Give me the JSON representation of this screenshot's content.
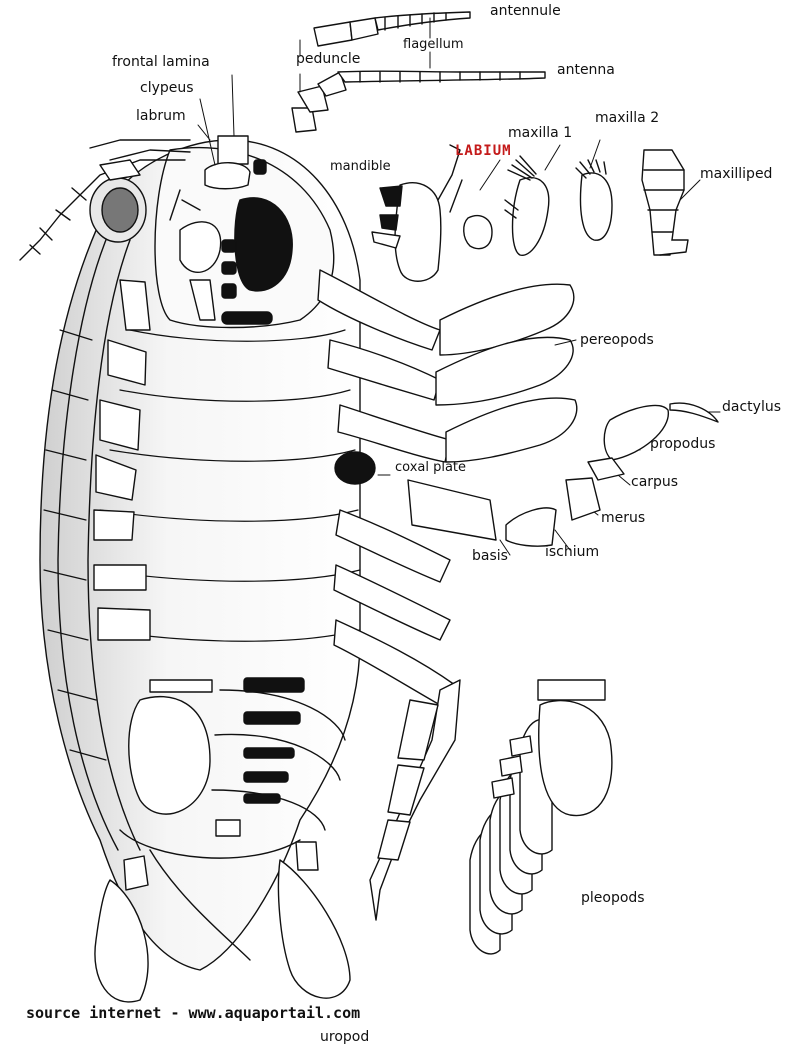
{
  "labels": {
    "antennule": "antennule",
    "flagellum": "flagellum",
    "peduncle": "peduncle",
    "antenna": "antenna",
    "frontal_lamina": "frontal lamina",
    "clypeus": "clypeus",
    "labrum": "labrum",
    "maxilla_2": "maxilla 2",
    "maxilla_1": "maxilla 1",
    "labium": "LABIUM",
    "mandible": "mandible",
    "maxilliped": "maxilliped",
    "pereopods": "pereopods",
    "dactylus": "dactylus",
    "propodus": "propodus",
    "coxal_plate": "coxal plate",
    "carpus": "carpus",
    "merus": "merus",
    "basis": "basis",
    "ischium": "ischium",
    "pleopods": "pleopods",
    "source": "source internet - www.aquaportail.com",
    "uropod": "uropod"
  },
  "colors": {
    "ink": "#111111",
    "accent": "#c41a1a",
    "shade": "#d8d8d8"
  }
}
